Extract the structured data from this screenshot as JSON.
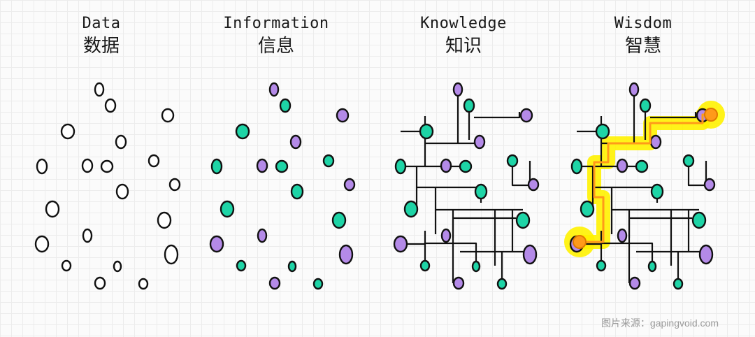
{
  "panels": [
    {
      "title": "Data",
      "subtitle": "数据"
    },
    {
      "title": "Information",
      "subtitle": "信息"
    },
    {
      "title": "Knowledge",
      "subtitle": "知识"
    },
    {
      "title": "Wisdom",
      "subtitle": "智慧"
    }
  ],
  "credit": "图片来源：gapingvoid.com",
  "colors": {
    "green": "#1ed4a6",
    "purple": "#b48ae8",
    "outline": "#111111",
    "highlight": "#fff200",
    "path": "#ff9a1a"
  }
}
